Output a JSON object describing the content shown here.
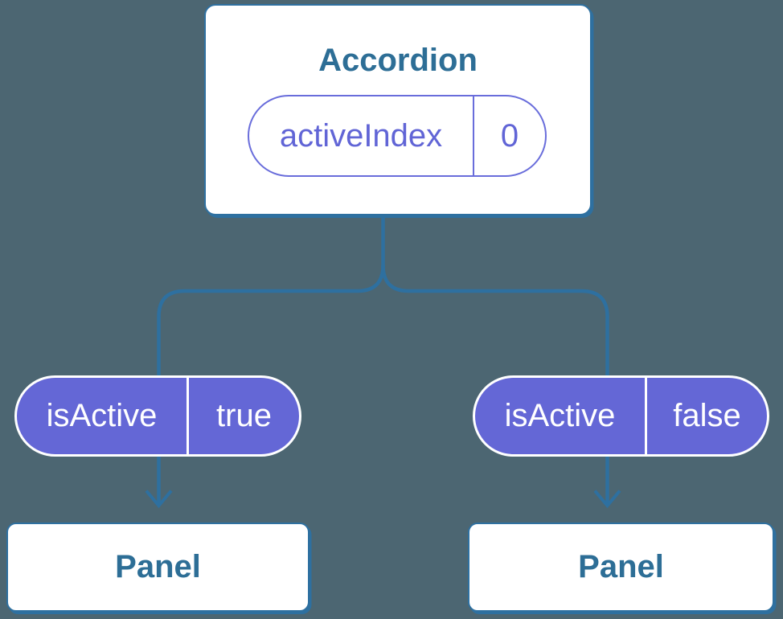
{
  "colors": {
    "background": "#4C6672",
    "connector_blue": "#2E70A0",
    "heading_text_blue": "#2D6E96",
    "pill_purple_fill": "#6467D6",
    "pill_purple_outline": "#696DDB",
    "pill_text_white": "#FFFFFF"
  },
  "diagram": {
    "root": {
      "title": "Accordion",
      "state_pill": {
        "label": "activeIndex",
        "value": "0"
      }
    },
    "children": [
      {
        "prop_pill": {
          "label": "isActive",
          "value": "true"
        },
        "panel_title": "Panel"
      },
      {
        "prop_pill": {
          "label": "isActive",
          "value": "false"
        },
        "panel_title": "Panel"
      }
    ]
  }
}
